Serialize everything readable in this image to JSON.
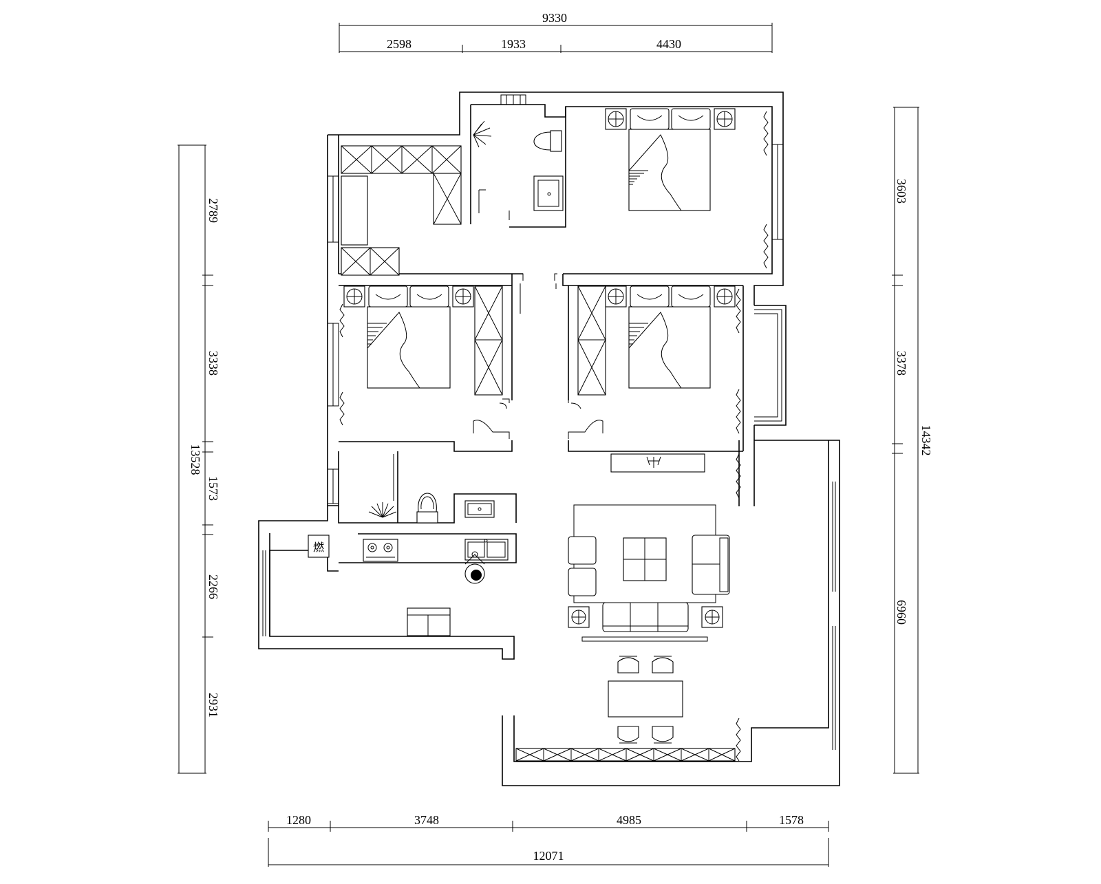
{
  "dimensions": {
    "top_total": "9330",
    "top_segments": [
      "2598",
      "1933",
      "4430"
    ],
    "bottom_segments": [
      "1280",
      "3748",
      "4985",
      "1578"
    ],
    "bottom_total": "12071",
    "left_segments": [
      "2789",
      "3338",
      "1573",
      "2266",
      "2931"
    ],
    "left_total": "13528",
    "right_segments": [
      "3603",
      "3378",
      "6960"
    ],
    "right_total": "14342"
  },
  "labels": {
    "kitchen_appliance_glyph": "燃"
  }
}
